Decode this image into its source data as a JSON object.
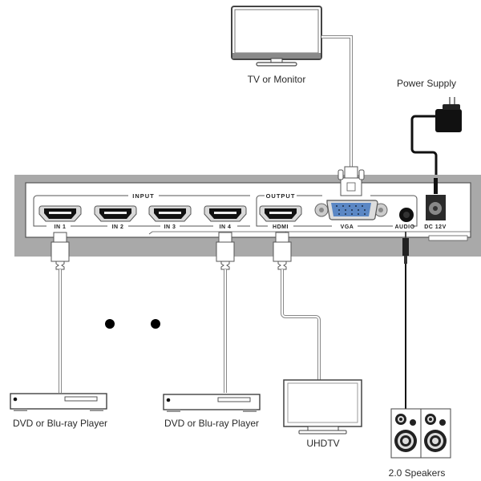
{
  "devices": {
    "tv_monitor": "TV or Monitor",
    "power_supply": "Power Supply",
    "dvd_left": "DVD or Blu-ray Player",
    "dvd_right": "DVD or Blu-ray Player",
    "uhdtv": "UHDTV",
    "speakers": "2.0 Speakers"
  },
  "panel": {
    "input_group": "INPUT",
    "output_group": "OUTPUT",
    "ports": {
      "in1": "IN 1",
      "in2": "IN 2",
      "in3": "IN 3",
      "in4": "IN 4",
      "hdmi": "HDMI",
      "vga": "VGA",
      "audio": "AUDIO",
      "dc": "DC 12V"
    }
  },
  "colors": {
    "panel_frame": "#a9a9a9",
    "vga_port": "#5b87c4",
    "cable_outline": "#888888",
    "dark": "#111111"
  }
}
